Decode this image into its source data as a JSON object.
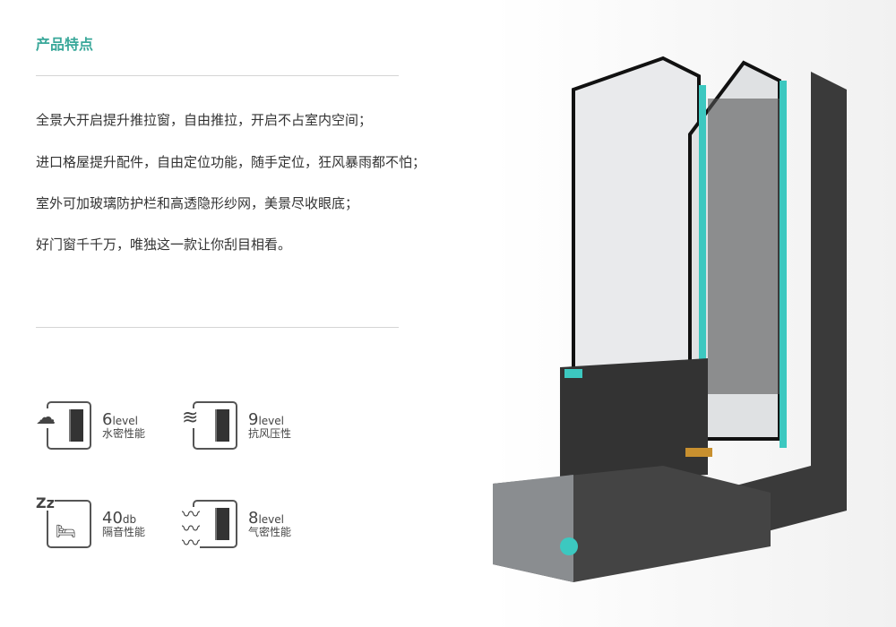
{
  "title": "产品特点",
  "features": [
    "全景大开启提升推拉窗，自由推拉，开启不占室内空间；",
    "进口格屋提升配件，自由定位功能，随手定位，狂风暴雨都不怕；",
    "室外可加玻璃防护栏和高透隐形纱网，美景尽收眼底；",
    "好门窗千千万，唯独这一款让你刮目相看。"
  ],
  "specs": [
    {
      "value": "6",
      "unit": "level",
      "label": "水密性能",
      "icon": "rain-cloud-icon"
    },
    {
      "value": "9",
      "unit": "level",
      "label": "抗风压性",
      "icon": "wind-icon"
    },
    {
      "value": "40",
      "unit": "db",
      "label": "隔音性能",
      "icon": "sleep-bed-icon"
    },
    {
      "value": "8",
      "unit": "level",
      "label": "气密性能",
      "icon": "air-waves-icon"
    }
  ],
  "colors": {
    "accent": "#3aa89a",
    "frame": "#3a3a3a",
    "seal": "#3cc8c0"
  }
}
